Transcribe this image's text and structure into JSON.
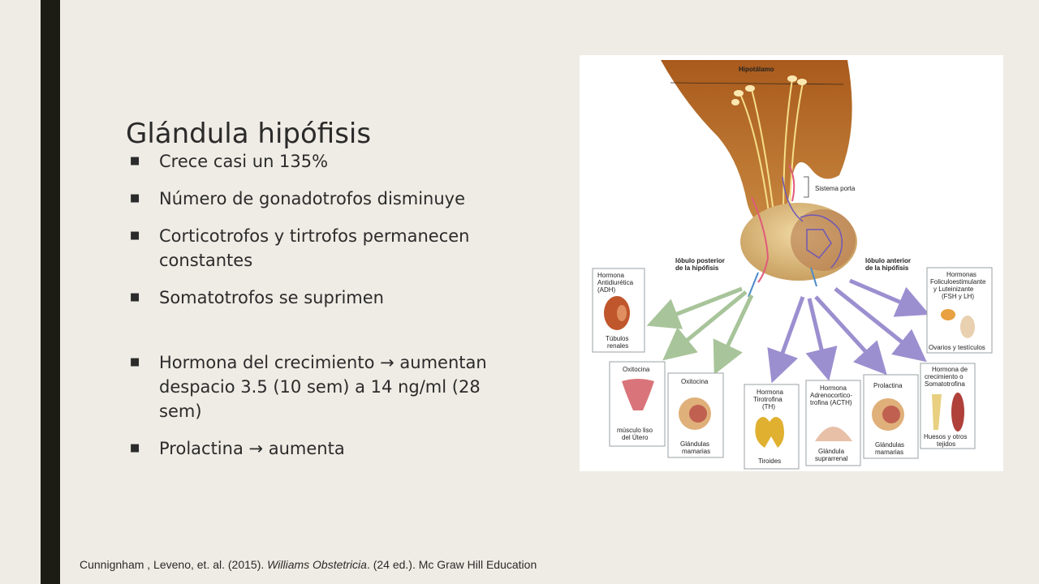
{
  "slide": {
    "title": "Glándula hipófisis",
    "bullets": [
      "Crece casi un 135%",
      "Número de gonadotrofos disminuye",
      "Corticotrofos y tirtrofos permanecen constantes",
      "Somatotrofos se suprimen",
      "Hormona del crecimiento → aumentan despacio 3.5 (10 sem) a 14 ng/ml (28 sem)",
      "Prolactina → aumenta"
    ],
    "bullet_marker": "■",
    "citation": {
      "before": "Cunnignham , Leveno, et. al. (2015). ",
      "italic": "Williams Obstetricia",
      "after": ". (24 ed.). Mc Graw Hill Education"
    }
  },
  "figure": {
    "labels": {
      "hipotalamo": "Hipotálamo",
      "sistema_porta": "Sistema porta",
      "lobulo_posterior_1": "lóbulo posterior",
      "lobulo_posterior_2": "de la hipófisis",
      "lobulo_anterior_1": "lóbulo anterior",
      "lobulo_anterior_2": "de la hipófisis"
    },
    "boxes": {
      "adh": [
        "Hormona",
        "Antidiurética",
        "(ADH)"
      ],
      "adh_target": [
        "Túbulos",
        "renales"
      ],
      "oxitocina1": "Oxitocina",
      "utero": [
        "músculo liso",
        "del Útero"
      ],
      "oxitocina2": "Oxitocina",
      "mamarias1": [
        "Glándulas",
        "mamarias"
      ],
      "th": [
        "Hormona",
        "Tirotrofina",
        "(TH)"
      ],
      "tiroides": "Tiroides",
      "acth": [
        "Hormona",
        "Adrenocortico-",
        "trofina (ACTH)"
      ],
      "suprarrenal": [
        "Glándula",
        "suprarrenal"
      ],
      "prolactina": "Prolactina",
      "mamarias2": [
        "Glándulas",
        "mamarias"
      ],
      "gh": [
        "Hormona de",
        "crecimiento o",
        "Somatotrofina"
      ],
      "huesos": [
        "Huesos y otros",
        "tejidos"
      ],
      "fsh": [
        "Hormonas",
        "Foliculoestimulante",
        "y Luteinizante",
        "(FSH y LH)"
      ],
      "ovarios": "Ovarios y testículos"
    },
    "colors": {
      "hypothalamus": "#b5651d",
      "green_arrow": "#a8c49a",
      "purple_arrow": "#9c8fd0",
      "pituitary": "#d9b77a"
    }
  }
}
